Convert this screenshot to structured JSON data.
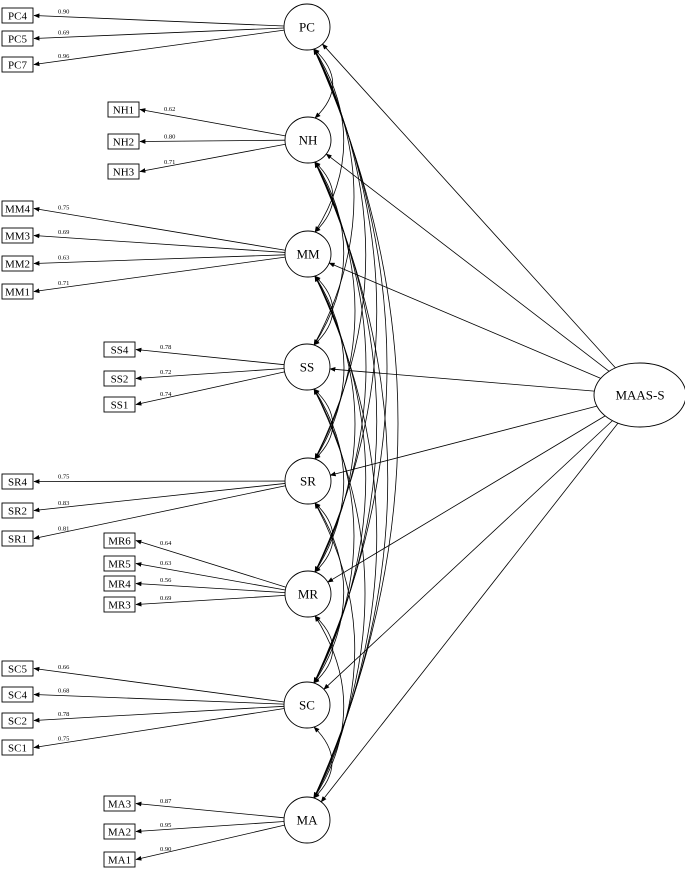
{
  "factors": [
    {
      "id": "PC",
      "label": "PC",
      "indicators": [
        {
          "label": "PC4",
          "loading": "0.90"
        },
        {
          "label": "PC5",
          "loading": "0.69"
        },
        {
          "label": "PC7",
          "loading": "0.96"
        }
      ]
    },
    {
      "id": "NH",
      "label": "NH",
      "indicators": [
        {
          "label": "NH1",
          "loading": "0.62"
        },
        {
          "label": "NH2",
          "loading": "0.80"
        },
        {
          "label": "NH3",
          "loading": "0.71"
        }
      ]
    },
    {
      "id": "MM",
      "label": "MM",
      "indicators": [
        {
          "label": "MM4",
          "loading": "0.75"
        },
        {
          "label": "MM3",
          "loading": "0.69"
        },
        {
          "label": "MM2",
          "loading": "0.63"
        },
        {
          "label": "MM1",
          "loading": "0.71"
        }
      ]
    },
    {
      "id": "SS",
      "label": "SS",
      "indicators": [
        {
          "label": "SS4",
          "loading": "0.78"
        },
        {
          "label": "SS2",
          "loading": "0.72"
        },
        {
          "label": "SS1",
          "loading": "0.74"
        }
      ]
    },
    {
      "id": "SR",
      "label": "SR",
      "indicators": [
        {
          "label": "SR4",
          "loading": "0.75"
        },
        {
          "label": "SR2",
          "loading": "0.83"
        },
        {
          "label": "SR1",
          "loading": "0.81"
        }
      ]
    },
    {
      "id": "MR",
      "label": "MR",
      "indicators": [
        {
          "label": "MR6",
          "loading": "0.64"
        },
        {
          "label": "MR5",
          "loading": "0.63"
        },
        {
          "label": "MR4",
          "loading": "0.56"
        },
        {
          "label": "MR3",
          "loading": "0.69"
        }
      ]
    },
    {
      "id": "SC",
      "label": "SC",
      "indicators": [
        {
          "label": "SC5",
          "loading": "0.66"
        },
        {
          "label": "SC4",
          "loading": "0.68"
        },
        {
          "label": "SC2",
          "loading": "0.78"
        },
        {
          "label": "SC1",
          "loading": "0.75"
        }
      ]
    },
    {
      "id": "MA",
      "label": "MA",
      "indicators": [
        {
          "label": "MA3",
          "loading": "0.87"
        },
        {
          "label": "MA2",
          "loading": "0.95"
        },
        {
          "label": "MA1",
          "loading": "0.90"
        }
      ]
    }
  ],
  "outcome": {
    "id": "MAAS-S",
    "label": "MAAS-S"
  }
}
